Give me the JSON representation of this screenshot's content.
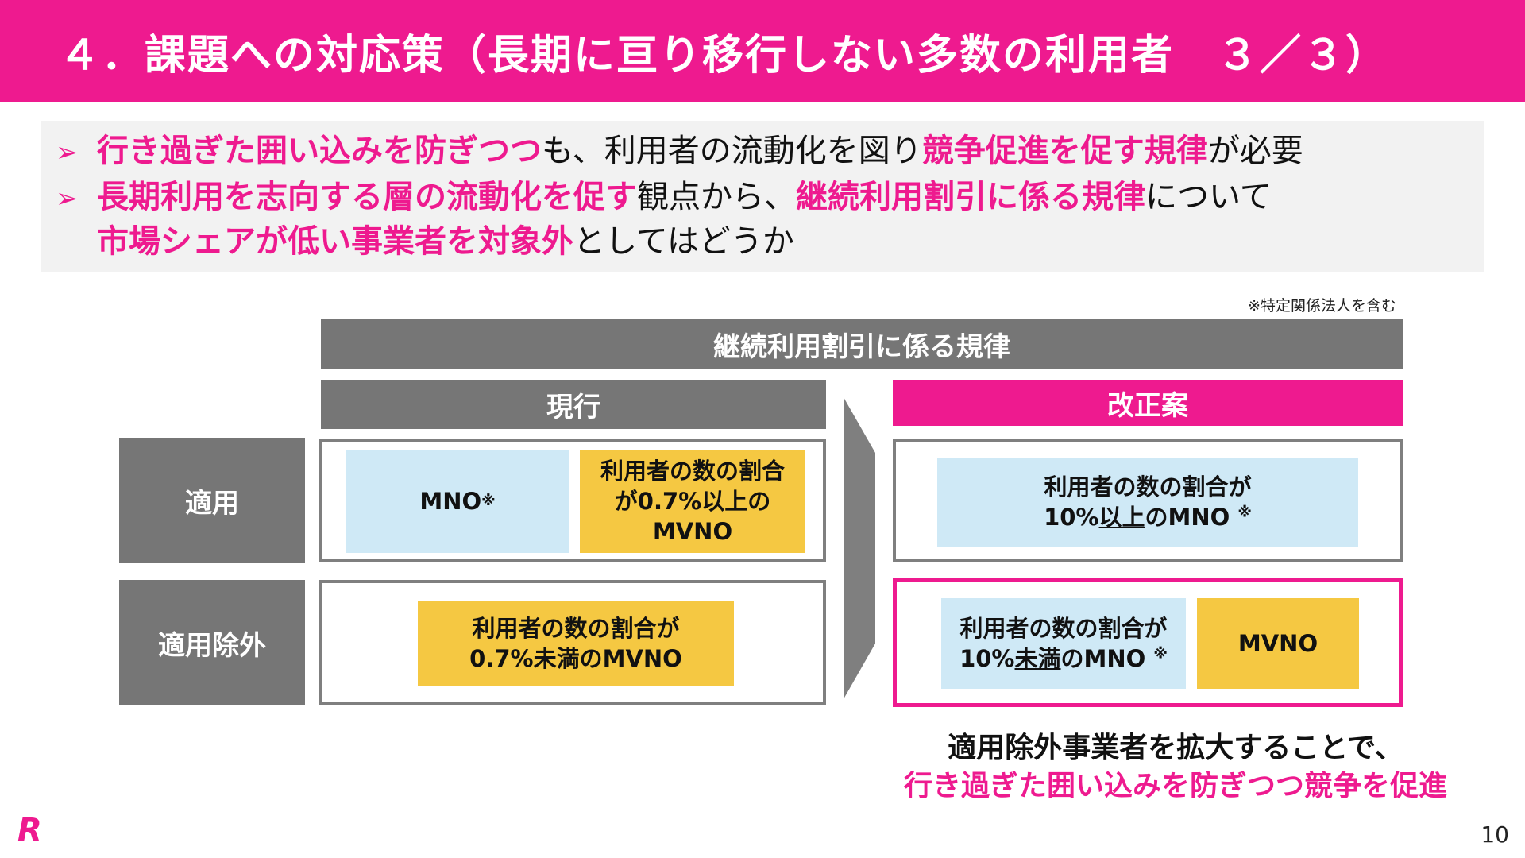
{
  "header": {
    "title": "４．課題への対応策（長期に亘り移行しない多数の利用者　３／３）"
  },
  "bullets": [
    {
      "segments": [
        {
          "text": "行き過ぎた囲い込みを防ぎつつ",
          "em": true
        },
        {
          "text": "も、利用者の流動化を図り",
          "em": false
        },
        {
          "text": "競争促進を促す規律",
          "em": true
        },
        {
          "text": "が必要",
          "em": false
        }
      ]
    },
    {
      "segments": [
        {
          "text": "長期利用を志向する層の流動化を促す",
          "em": true
        },
        {
          "text": "観点から、",
          "em": false
        },
        {
          "text": "継続利用割引に係る規律",
          "em": true
        },
        {
          "text": "について",
          "em": false
        }
      ]
    },
    {
      "segments": [
        {
          "text": "市場シェアが低い事業者を対象外",
          "em": true
        },
        {
          "text": "としてはどうか",
          "em": false
        }
      ]
    }
  ],
  "note": "※特定関係法人を含む",
  "table": {
    "rule_header": "継続利用割引に係る規律",
    "current_header": "現行",
    "proposal_header": "改正案",
    "row_apply": "適用",
    "row_exclude": "適用除外",
    "current_apply_mno": "MNO",
    "current_apply_mno_mark": "※",
    "current_apply_mvno": [
      "利用者の数の割合",
      "が0.7%以上の",
      "MVNO"
    ],
    "current_exclude_mvno": [
      "利用者の数の割合が",
      "0.7%未満のMVNO"
    ],
    "proposal_apply": {
      "line1": "利用者の数の割合が",
      "pre": "10%",
      "ul": "以上",
      "post": "のMNO",
      "mark": "※"
    },
    "proposal_exclude_mno": {
      "line1": "利用者の数の割合が",
      "pre": "10%",
      "ul": "未満",
      "post": "のMNO",
      "mark": "※"
    },
    "proposal_exclude_mvno": "MVNO"
  },
  "conclusion": {
    "line1": "適用除外事業者を拡大することで、",
    "line2": "行き過ぎた囲い込みを防ぎつつ競争を促進"
  },
  "logo": "R",
  "page_number": "10",
  "colors": {
    "accent": "#ee1a8f",
    "gray": "#767676",
    "blue": "#cfe9f6",
    "yellow": "#f5c842"
  }
}
